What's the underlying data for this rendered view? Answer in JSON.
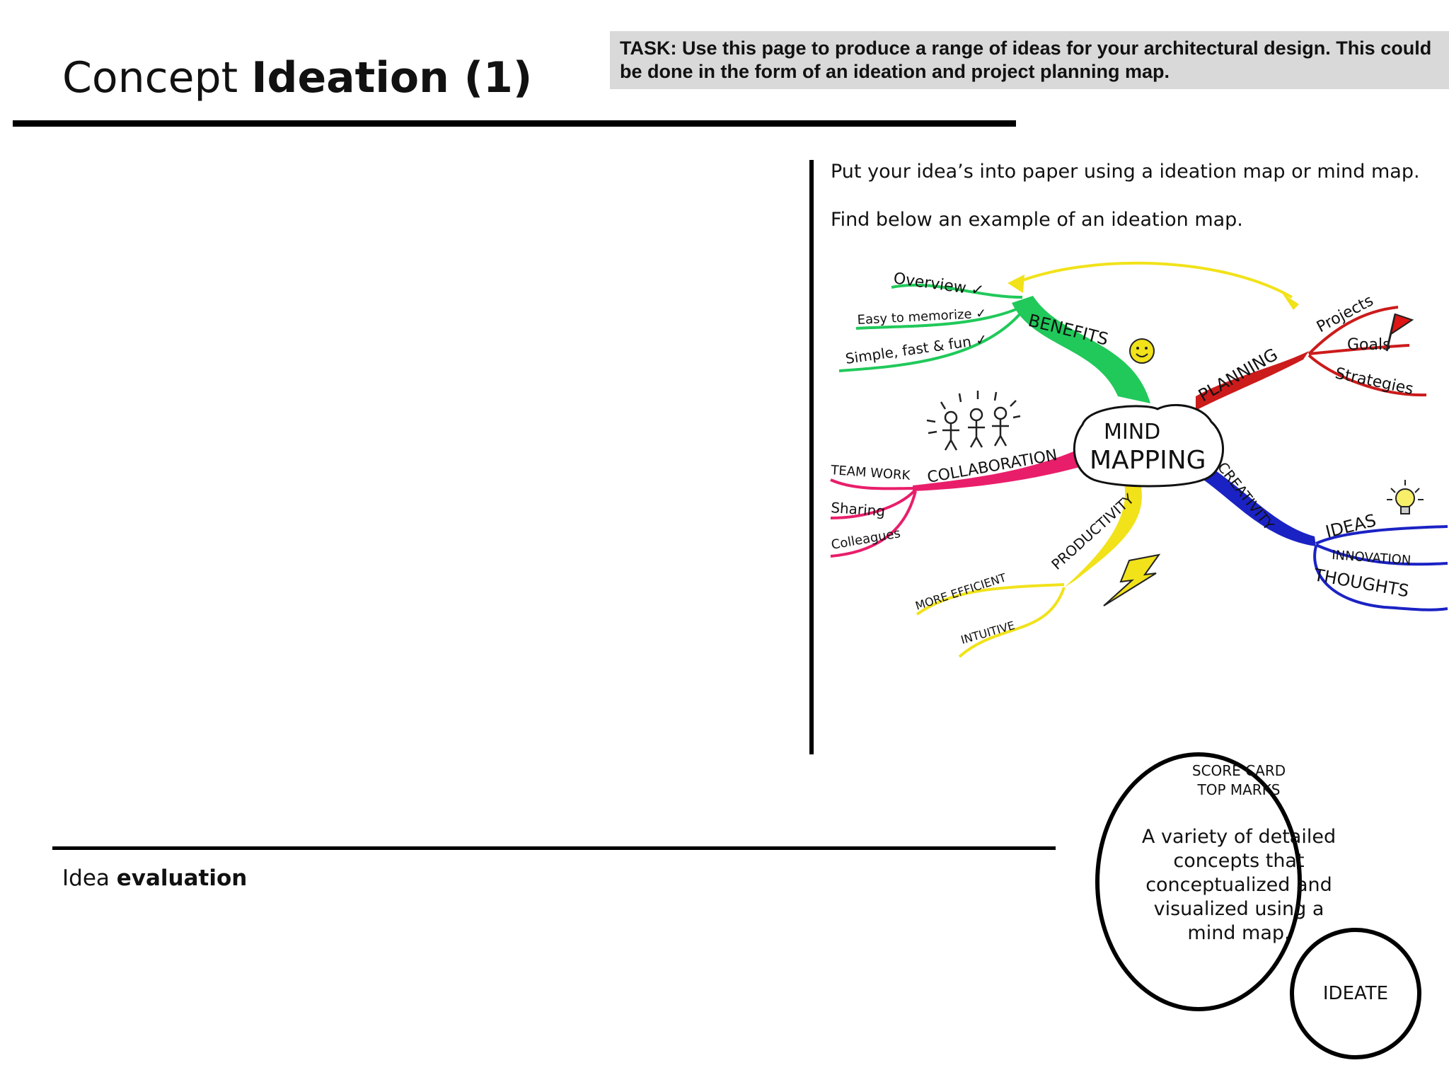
{
  "header": {
    "title_regular": "Concept ",
    "title_bold": "Ideation (1)",
    "task": "TASK: Use this page to produce a range of ideas for your architectural design. This could be done in the form of an ideation and project planning map."
  },
  "instructions": {
    "line1": "Put your idea’s into paper using a ideation map or mind map.",
    "line2": "Find below an example of an ideation map."
  },
  "mind_map": {
    "center_line1": "MIND",
    "center_line2": "MAPPING",
    "benefits": {
      "label": "BENEFITS",
      "color": "#20c95a",
      "items": [
        "Overview ✓",
        "Easy to memorize ✓",
        "Simple, fast & fun ✓"
      ]
    },
    "planning": {
      "label": "PLANNING",
      "color": "#cc1b1b",
      "items": [
        "Projects",
        "Goals",
        "Strategies"
      ]
    },
    "collaboration": {
      "label": "COLLABORATION",
      "color": "#e91e6b",
      "items": [
        "TEAM WORK",
        "Sharing",
        "Colleagues"
      ]
    },
    "creativity": {
      "label": "CREATIVITY",
      "color": "#1a22c4",
      "items": [
        "IDEAS",
        "INNOVATION",
        "THOUGHTS"
      ]
    },
    "productivity": {
      "label": "PRODUCTIVITY",
      "color": "#f1e21a",
      "items": [
        "MORE EFFICIENT",
        "INTUITIVE"
      ]
    }
  },
  "evaluation": {
    "regular": "Idea ",
    "bold": "evaluation"
  },
  "score_card": {
    "heading1": "SCORE CARD",
    "heading2": "TOP MARKS",
    "text": "A variety of detailed concepts that conceptualized and visualized using a mind map.",
    "badge": "IDEATE"
  }
}
